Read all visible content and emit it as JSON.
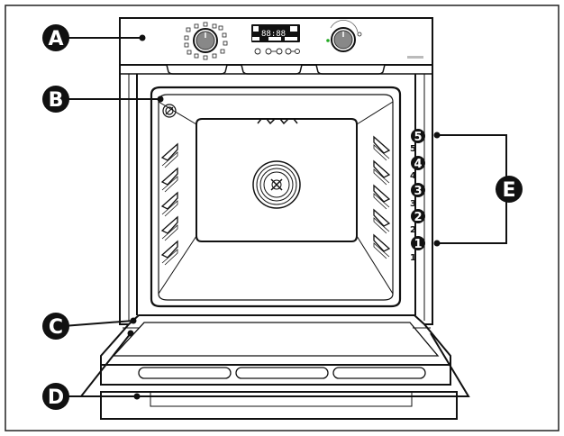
{
  "callouts": {
    "a": "A",
    "b": "B",
    "c": "C",
    "d": "D",
    "e": "E"
  },
  "shelf_badges": [
    "5",
    "4",
    "3",
    "2",
    "1"
  ],
  "shelf_labels": [
    "5",
    "4",
    "3",
    "2",
    "1"
  ],
  "display_text": "88:88",
  "colors": {
    "outline": "#111111",
    "badge_fill": "#111111",
    "background": "#ffffff"
  }
}
